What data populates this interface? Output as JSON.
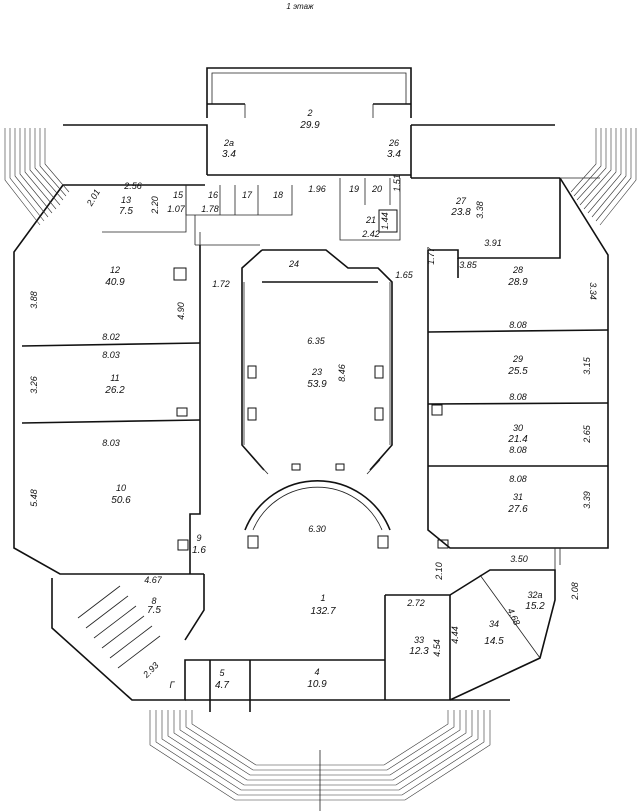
{
  "page_title": "1 этаж",
  "rooms": [
    {
      "num": "1",
      "area": "132.7"
    },
    {
      "num": "2",
      "area": "29.9"
    },
    {
      "num": "2a",
      "area": "3.4"
    },
    {
      "num": "26",
      "area": "3.4"
    },
    {
      "num": "4",
      "area": "10.9"
    },
    {
      "num": "5",
      "area": "4.7"
    },
    {
      "num": "8",
      "area": "7.5"
    },
    {
      "num": "9",
      "area": "1.6"
    },
    {
      "num": "10",
      "area": "50.6"
    },
    {
      "num": "11",
      "area": "26.2"
    },
    {
      "num": "12",
      "area": "40.9"
    },
    {
      "num": "13",
      "area": "7.5"
    },
    {
      "num": "23",
      "area": "53.9"
    },
    {
      "num": "27",
      "area": "23.8"
    },
    {
      "num": "28",
      "area": "28.9"
    },
    {
      "num": "29",
      "area": "25.5"
    },
    {
      "num": "30",
      "area": "21.4"
    },
    {
      "num": "31",
      "area": "27.6"
    },
    {
      "num": "32a",
      "area": "15.2"
    },
    {
      "num": "33",
      "area": "12.3"
    },
    {
      "num": "34",
      "area": "14.5"
    }
  ],
  "small_labels": [
    "15",
    "16",
    "17",
    "18",
    "19",
    "20",
    "21",
    "24",
    "Г"
  ],
  "dimensions": [
    "2.56",
    "2.01",
    "2.20",
    "1.07",
    "1.78",
    "1.96",
    "1.51",
    "2.42",
    "1.44",
    "3.38",
    "3.91",
    "1.77",
    "1.65",
    "1.72",
    "3.85",
    "3.34",
    "4.90",
    "3.88",
    "8.02",
    "8.08",
    "8.03",
    "3.26",
    "6.35",
    "8.46",
    "3.15",
    "8.08",
    "2.65",
    "8.08",
    "8.03",
    "8.08",
    "5.48",
    "3.39",
    "6.30",
    "3.50",
    "4.67",
    "2.10",
    "2.08",
    "2.72",
    "4.68",
    "4.54",
    "4.44",
    "2.93"
  ]
}
